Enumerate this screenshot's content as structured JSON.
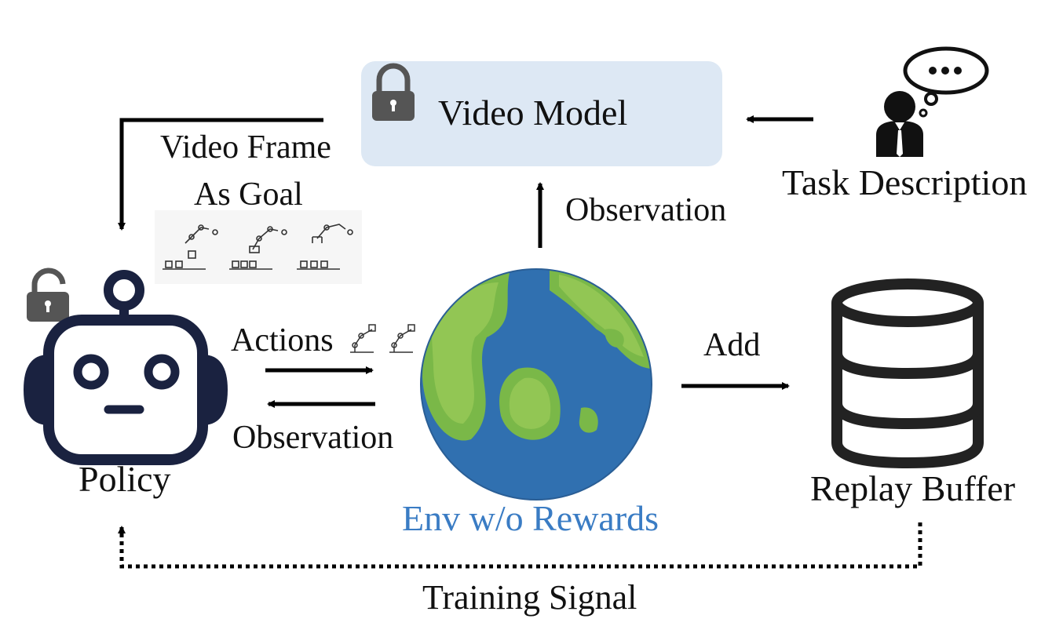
{
  "labels": {
    "video_model": "Video Model",
    "task_description": "Task Description",
    "goal_line1": "Video Frame",
    "goal_line2": "As Goal",
    "observation_top": "Observation",
    "actions": "Actions",
    "observation_left": "Observation",
    "add": "Add",
    "policy": "Policy",
    "env": "Env w/o Rewards",
    "replay_buffer": "Replay Buffer",
    "training_signal": "Training Signal"
  },
  "colors": {
    "video_model_box": "#dde8f4",
    "env_label": "#3a7cc4",
    "robot_navy": "#1a2240",
    "lock_gray": "#555555",
    "ocean": "#3070b0",
    "land": "#7ab848"
  },
  "icons": {
    "video_model_lock": "lock-closed-icon",
    "policy_lock": "lock-open-icon",
    "policy": "robot-icon",
    "env": "earth-globe-icon",
    "buffer": "database-icon",
    "person": "person-thinking-icon",
    "robot_arms": "robot-arm-icon"
  }
}
